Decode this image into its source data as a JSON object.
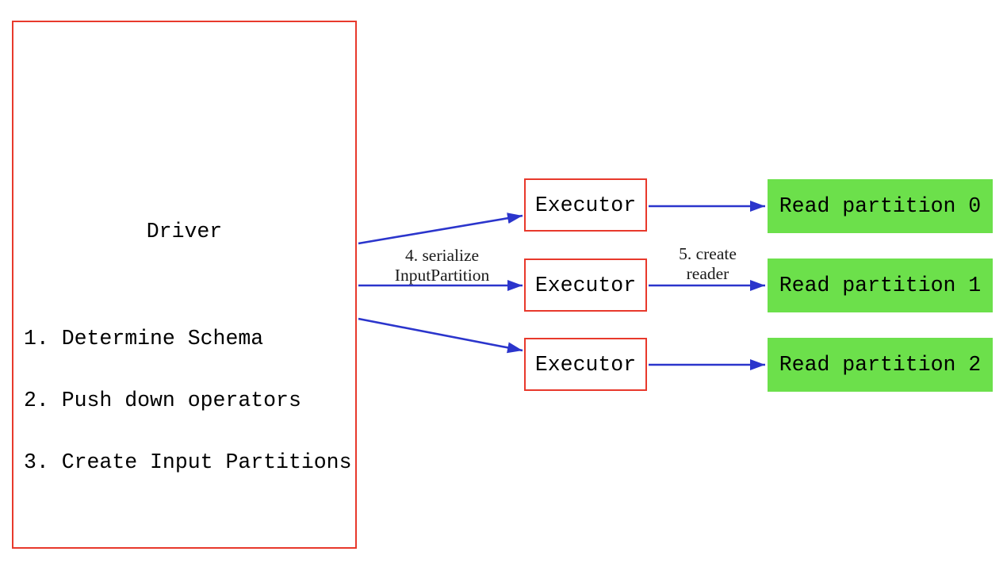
{
  "diagram": {
    "colors": {
      "box_border": "#e8392c",
      "arrow": "#2b35cc",
      "partition_fill": "#6ce04b",
      "text": "#000000",
      "background": "#ffffff"
    },
    "driver": {
      "title": "Driver",
      "steps": [
        "1. Determine Schema",
        "2. Push down operators",
        "3. Create Input Partitions"
      ]
    },
    "executors": [
      {
        "label": "Executor"
      },
      {
        "label": "Executor"
      },
      {
        "label": "Executor"
      }
    ],
    "partitions": [
      {
        "label": "Read partition 0"
      },
      {
        "label": "Read partition 1"
      },
      {
        "label": "Read partition 2"
      }
    ],
    "edge_labels": {
      "serialize": "4. serialize\nInputPartition",
      "create_reader": "5. create\nreader"
    }
  }
}
